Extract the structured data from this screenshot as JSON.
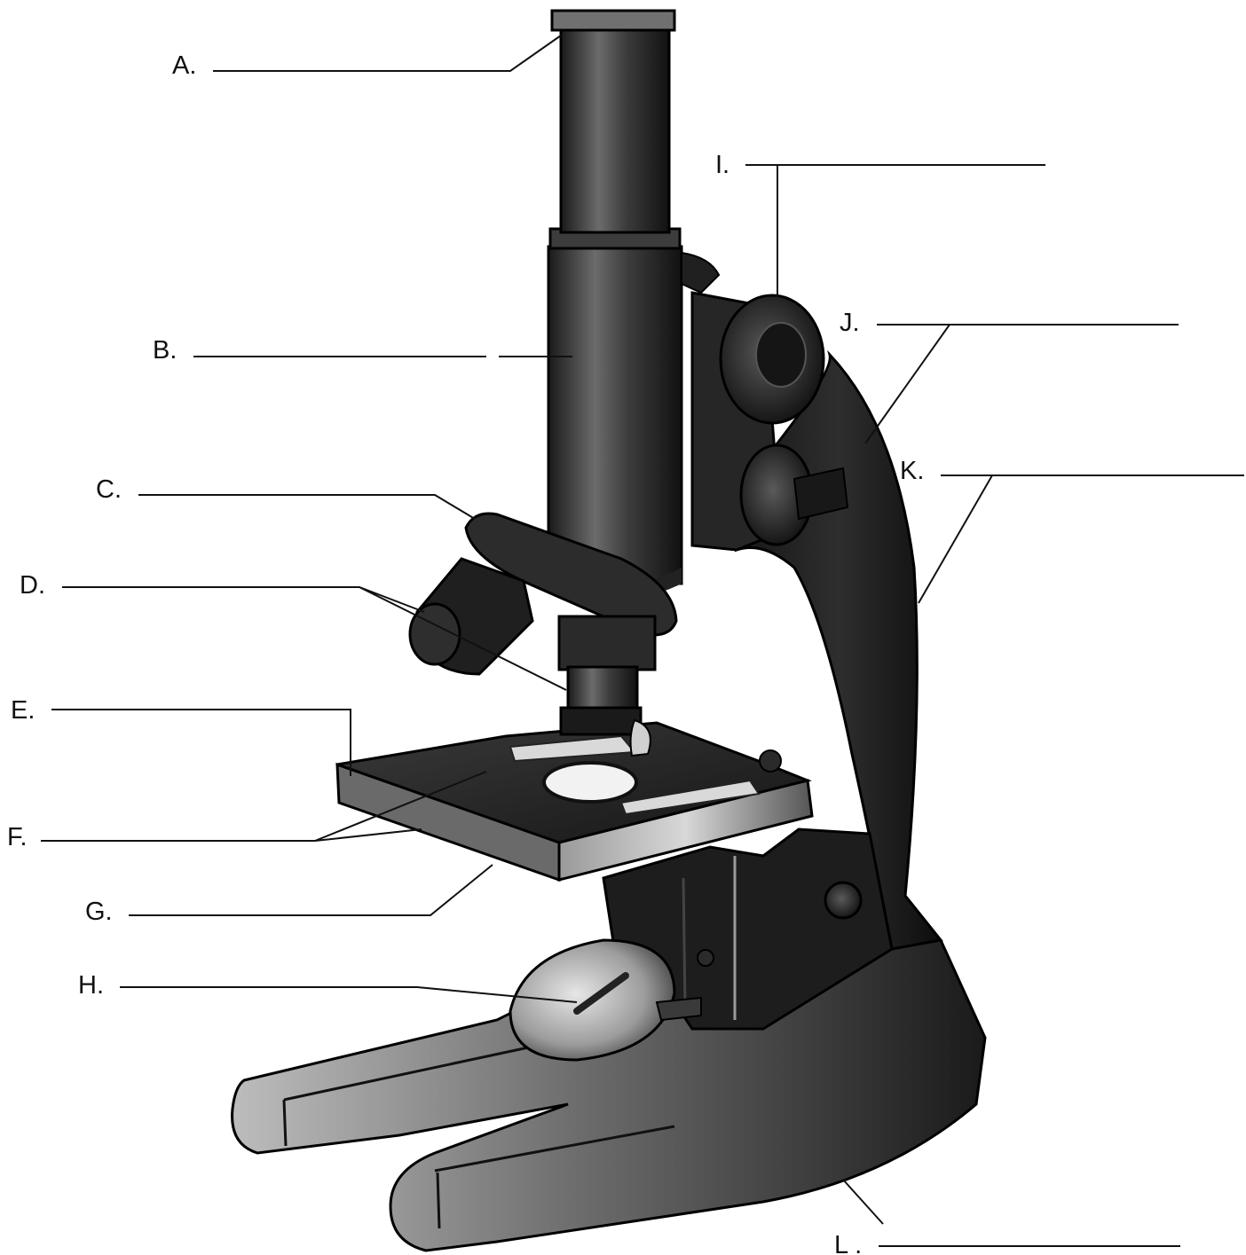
{
  "labels": {
    "A": "A.",
    "B": "B.",
    "C": "C.",
    "D": "D.",
    "E": "E.",
    "F": "F.",
    "G": "G.",
    "H": "H.",
    "I": "I.",
    "J": "J.",
    "K": "K.",
    "L": "L ."
  },
  "colors": {
    "ink": "#111111",
    "body_dark": "#1c1c1c",
    "body_mid": "#3a3a3a",
    "highlight": "#cfcfcf",
    "background": "#ffffff"
  }
}
